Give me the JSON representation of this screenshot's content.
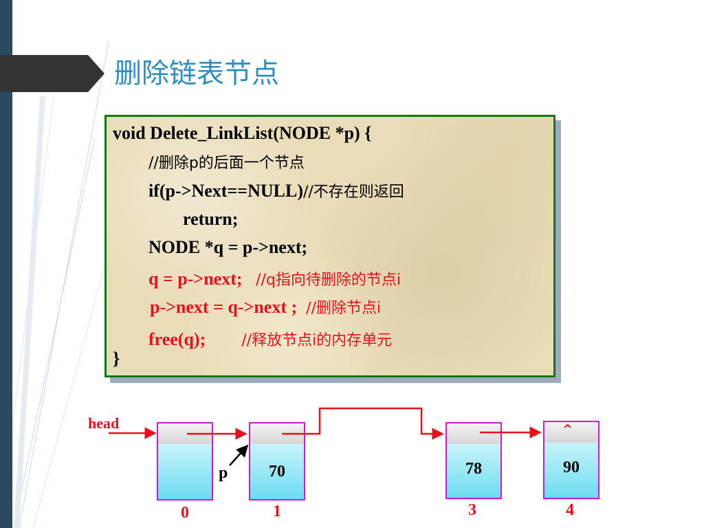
{
  "slide": {
    "title": "删除链表节点"
  },
  "code": {
    "line1": "void Delete_LinkList(NODE *p) {",
    "line2_comment": "//删除p的后面一个节点",
    "line3_code": "if(p->Next==NULL)",
    "line3_comment": "//不存在则返回",
    "line4": "return;",
    "line5": "NODE *q = p->next;",
    "line6_code": "q = p->next;",
    "line6_comment": "//q指向待删除的节点i",
    "line7_code": "p->next = q->next ;",
    "line7_comment": "//删除节点i",
    "line8_code": "free(q);",
    "line8_comment": "//释放节点i的内存单元",
    "line9": "}"
  },
  "diagram": {
    "head_label": "head",
    "p_label": "p",
    "null_symbol": "^",
    "nodes": [
      {
        "value": "",
        "index": "0"
      },
      {
        "value": "70",
        "index": "1"
      },
      {
        "value": "78",
        "index": "3"
      },
      {
        "value": "90",
        "index": "4"
      }
    ]
  },
  "colors": {
    "title": "#2d8fc0",
    "code_border": "#137a13",
    "highlight_red": "#e8101c",
    "node_border": "#d017d0",
    "node_fill": "#6cdcf0"
  }
}
